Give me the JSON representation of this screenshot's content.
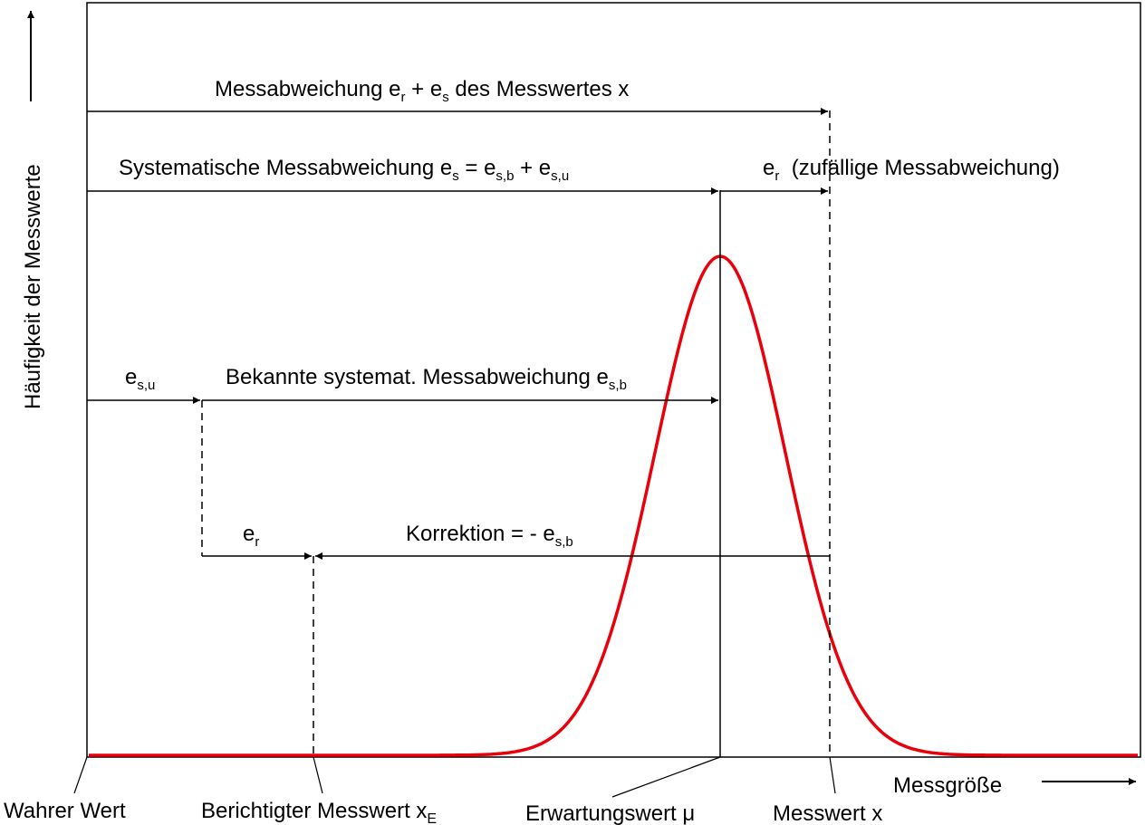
{
  "y_axis_label": "Häufigkeit der Messwerte",
  "x_axis_label": "Messgröße",
  "colors": {
    "curve": "#e8000b",
    "ink": "#000000"
  },
  "arrows": {
    "total": {
      "text": "Messabweichung ",
      "e": "e",
      "r": "r",
      "plus": " + ",
      "e2": "e",
      "s": "s",
      "rest": " des Messwertes x"
    },
    "systematic": {
      "text": "Systematische Messabweichung ",
      "e": "e",
      "s": "s",
      "eq": " = ",
      "e2": "e",
      "sb": "s,b",
      "plus": " + ",
      "e3": "e",
      "su": "s,u"
    },
    "random": {
      "e": "e",
      "r": "r",
      "text": "  (zufällige Messabweichung)"
    },
    "unknown": {
      "e": "e",
      "su": "s,u"
    },
    "known": {
      "text": "Bekannte systemat. Messabweichung ",
      "e": "e",
      "sb": "s,b"
    },
    "residual": {
      "e": "e",
      "r": "r"
    },
    "correction": {
      "text": "Korrektion = - ",
      "e": "e",
      "sb": "s,b"
    }
  },
  "axis_points": {
    "true_value": "Wahrer Wert",
    "corrected": {
      "text": "Berichtigter Messwert x",
      "sub": "E"
    },
    "expected": "Erwartungswert μ",
    "measured": "Messwert x"
  }
}
